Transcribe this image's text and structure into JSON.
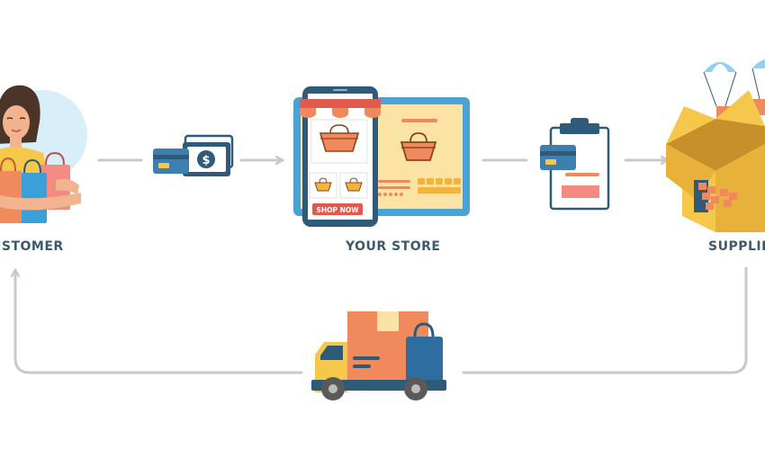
{
  "nodes": {
    "customer": {
      "label": "USTOMER"
    },
    "store": {
      "label": "YOUR STORE",
      "button": "SHOP NOW"
    },
    "supplier": {
      "label": "SUPPLIE"
    }
  },
  "icons": [
    "customer-with-bags-icon",
    "payment-card-cash-icon",
    "online-store-icon",
    "clipboard-order-icon",
    "supplier-box-icon",
    "delivery-truck-icon"
  ],
  "colors": {
    "arrow": "#c7cacc",
    "navy": "#2e5b7a",
    "orange": "#f08a5d",
    "yellow": "#f5c84c",
    "text": "#3b5a6e"
  }
}
